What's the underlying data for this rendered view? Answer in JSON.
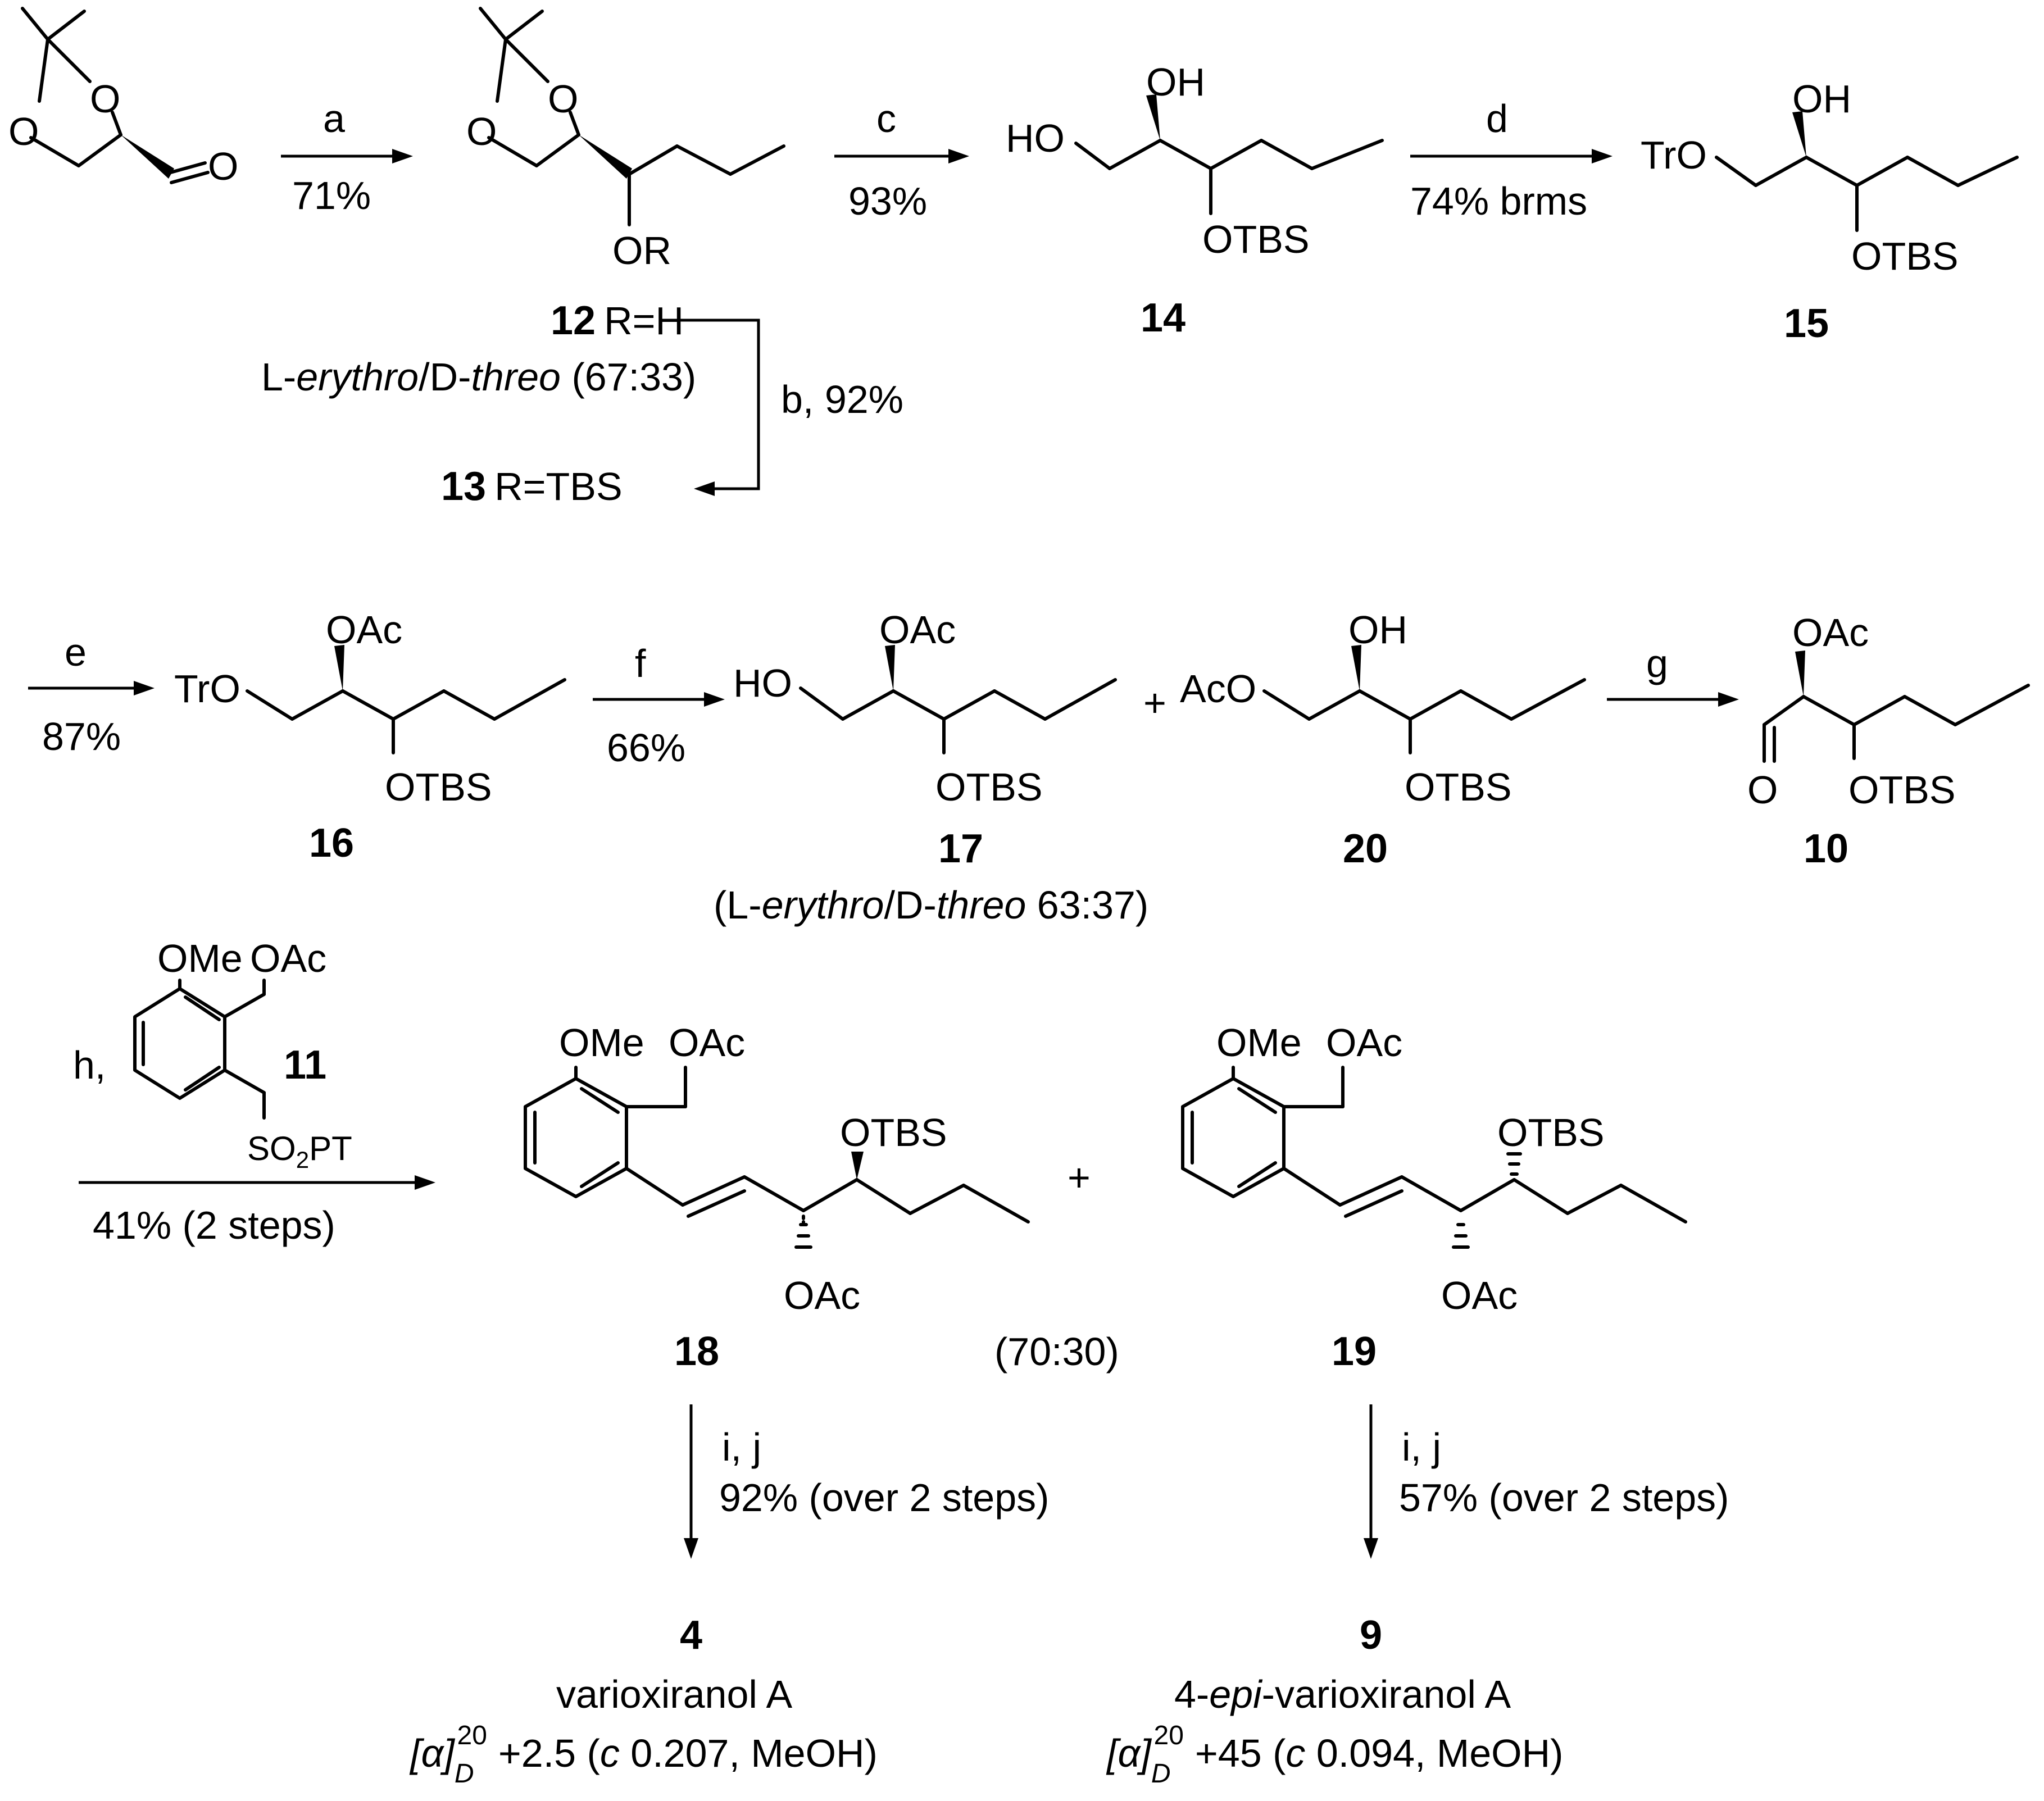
{
  "steps": {
    "a_label": "a",
    "a_yield": "71%",
    "b_label": "b, 92%",
    "c_label": "c",
    "c_yield": "93%",
    "d_label": "d",
    "d_yield": "74% brms",
    "e_label": "e",
    "e_yield": "87%",
    "f_label": "f",
    "f_yield": "66%",
    "g_label": "g",
    "h_label": "h,",
    "h_yield": "41% (2 steps)",
    "ij_label": "i, j",
    "ij_yield_left": "92% (over 2 steps)",
    "ij_yield_right": "57% (over 2 steps)"
  },
  "compounds": {
    "c12": {
      "number": "12",
      "label": "R=H"
    },
    "c12_ratio": {
      "prefix": "L-",
      "a": "erythro",
      "mid": "/D-",
      "b": "threo",
      "suffix": " (67:33)"
    },
    "c13": {
      "number": "13",
      "label": "R=TBS"
    },
    "c14": {
      "number": "14"
    },
    "c15": {
      "number": "15"
    },
    "c16": {
      "number": "16"
    },
    "c17": {
      "number": "17"
    },
    "c17_ratio": {
      "prefix": "(L-",
      "a": "erythro",
      "mid": "/D-",
      "b": "threo",
      "suffix": " 63:37)"
    },
    "c20": {
      "number": "20"
    },
    "c10": {
      "number": "10"
    },
    "c11": {
      "number": "11"
    },
    "c18": {
      "number": "18"
    },
    "c19": {
      "number": "19"
    },
    "ratio_18_19": "(70:30)",
    "c4": {
      "number": "4",
      "name": "varioxiranol A",
      "rotation": "+2.5 (",
      "conc_c": "c",
      "conc": " 0.207, MeOH)"
    },
    "c9": {
      "number": "9",
      "name_prefix": "4-",
      "name_epi": "epi",
      "name_rest": "-varioxiranol A",
      "rotation": "+45 (",
      "conc_c": "c",
      "conc": " 0.094, MeOH)"
    }
  },
  "groups": {
    "O": "O",
    "OR": "OR",
    "OH": "OH",
    "HO": "HO",
    "OTBS": "OTBS",
    "TrO": "TrO",
    "OAc": "OAc",
    "AcO": "AcO",
    "OMe": "OMe",
    "SO2": "SO",
    "two": "2",
    "PT": "PT",
    "plus": "+",
    "alpha": "[α]",
    "D": "D",
    "twenty": "20"
  }
}
